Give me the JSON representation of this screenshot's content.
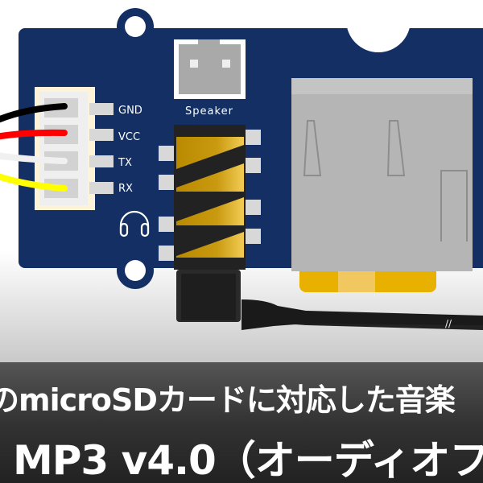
{
  "board": {
    "pins": [
      "GND",
      "VCC",
      "TX",
      "RX"
    ],
    "speaker_label": "Speaker",
    "colors": {
      "pcb": "#132f63",
      "wire_gnd": "#000000",
      "wire_vcc": "#ff0000",
      "wire_tx": "#eeeeee",
      "wire_rx": "#ffee00",
      "sd_card": "#e8b100"
    }
  },
  "icons": [
    "headphones-icon"
  ],
  "banner": {
    "line1": "のmicroSDカードに対応した音楽",
    "line2": "MP3 v4.0（オーディオファ"
  }
}
